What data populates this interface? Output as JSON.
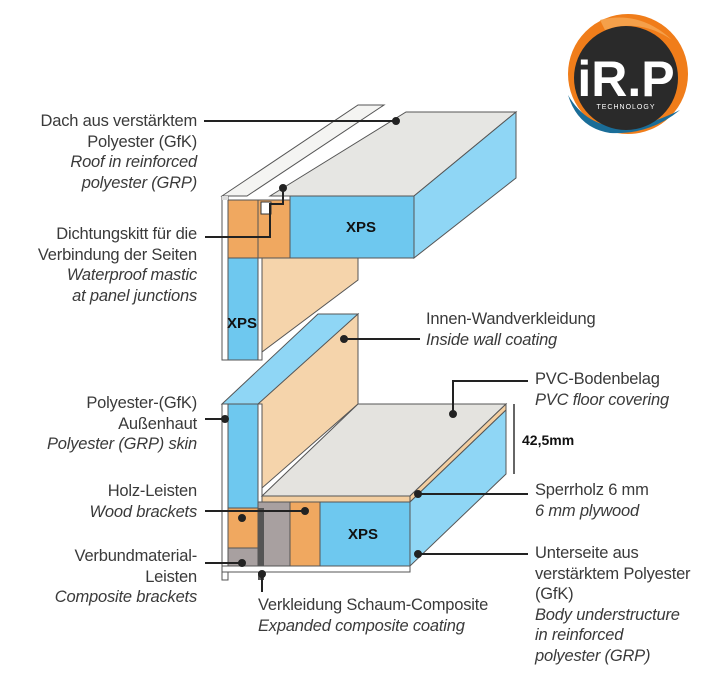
{
  "logo": {
    "main": "iR.P",
    "sub": "TECHNOLOGY"
  },
  "core_label": "XPS",
  "dimension": "42,5mm",
  "labels": {
    "roof": {
      "de": "Dach aus verstärktem\nPolyester (GfK)",
      "en": "Roof in reinforced\npolyester (GRP)"
    },
    "mastic": {
      "de": "Dichtungskitt für die\nVerbindung der Seiten",
      "en": "Waterproof mastic\nat panel junctions"
    },
    "skin": {
      "de": "Polyester-(GfK)\nAußenhaut",
      "en": "Polyester (GRP) skin"
    },
    "wood": {
      "de": "Holz-Leisten",
      "en": "Wood brackets"
    },
    "composite": {
      "de": "Verbundmaterial-\nLeisten",
      "en": "Composite brackets"
    },
    "inside_wall": {
      "de": "Innen-Wandverkleidung",
      "en": "Inside wall coating"
    },
    "pvc": {
      "de": "PVC-Bodenbelag",
      "en": "PVC floor covering"
    },
    "plywood": {
      "de": "Sperrholz 6 mm",
      "en": "6 mm plywood"
    },
    "underside": {
      "de": "Unterseite aus\nverstärktem Polyester\n(GfK)",
      "en": "Body understructure\nin reinforced\npolyester (GRP)"
    },
    "foam": {
      "de": "Verkleidung Schaum-Composite",
      "en": "Expanded composite coating"
    }
  },
  "colors": {
    "xps_front": "#6ec8ef",
    "xps_side": "#8fd6f5",
    "xps_top": "#b5e3f7",
    "wood": "#f0a860",
    "plywood_face": "#f3ceA0",
    "composite": "#a8a0a0",
    "floor": "#e4e3df",
    "logo_orange": "#f07d1a",
    "logo_blue": "#1a6d98",
    "logo_dark": "#2a2a2a"
  }
}
